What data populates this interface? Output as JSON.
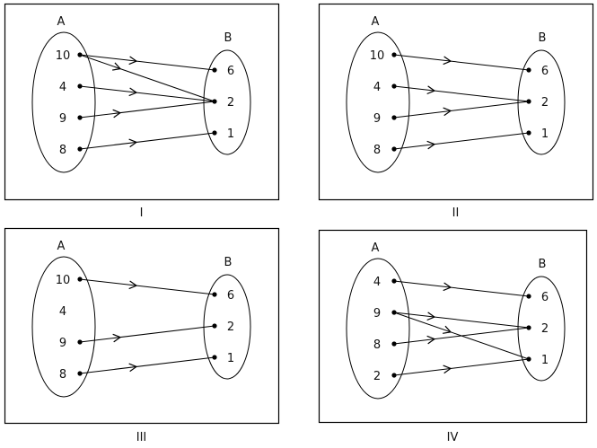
{
  "title": "Mapping diagrams from set A to set B",
  "colors": {
    "stroke": "#000000",
    "text": "#111111",
    "background": "#ffffff"
  },
  "panels": [
    {
      "caption": "I",
      "set_a_label": "A",
      "set_b_label": "B",
      "set_a": [
        "10",
        "4",
        "9",
        "8"
      ],
      "set_b": [
        "6",
        "2",
        "1"
      ],
      "set_a_dots": [
        true,
        true,
        true,
        true
      ],
      "mappings": [
        [
          "10",
          "6"
        ],
        [
          "10",
          "2"
        ],
        [
          "4",
          "2"
        ],
        [
          "9",
          "2"
        ],
        [
          "8",
          "1"
        ]
      ]
    },
    {
      "caption": "II",
      "set_a_label": "A",
      "set_b_label": "B",
      "set_a": [
        "10",
        "4",
        "9",
        "8"
      ],
      "set_b": [
        "6",
        "2",
        "1"
      ],
      "set_a_dots": [
        true,
        true,
        true,
        true
      ],
      "mappings": [
        [
          "10",
          "6"
        ],
        [
          "4",
          "2"
        ],
        [
          "9",
          "2"
        ],
        [
          "8",
          "1"
        ]
      ]
    },
    {
      "caption": "III",
      "set_a_label": "A",
      "set_b_label": "B",
      "set_a": [
        "10",
        "4",
        "9",
        "8"
      ],
      "set_b": [
        "6",
        "2",
        "1"
      ],
      "set_a_dots": [
        true,
        false,
        true,
        true
      ],
      "mappings": [
        [
          "10",
          "6"
        ],
        [
          "9",
          "2"
        ],
        [
          "8",
          "1"
        ]
      ]
    },
    {
      "caption": "IV",
      "set_a_label": "A",
      "set_b_label": "B",
      "set_a": [
        "4",
        "9",
        "8",
        "2"
      ],
      "set_b": [
        "6",
        "2",
        "1"
      ],
      "set_a_dots": [
        true,
        true,
        true,
        true
      ],
      "mappings": [
        [
          "4",
          "6"
        ],
        [
          "9",
          "2"
        ],
        [
          "9",
          "1"
        ],
        [
          "8",
          "2"
        ],
        [
          "2",
          "1"
        ]
      ]
    }
  ]
}
